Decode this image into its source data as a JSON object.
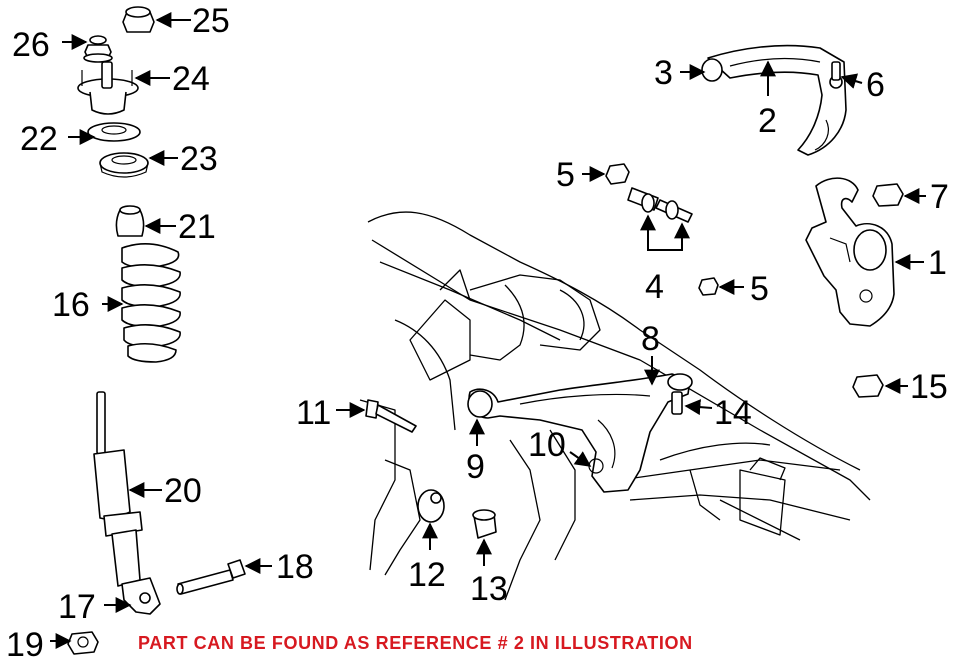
{
  "callouts": {
    "c1": "1",
    "c2": "2",
    "c3": "3",
    "c4": "4",
    "c5a": "5",
    "c5b": "5",
    "c6": "6",
    "c7": "7",
    "c8": "8",
    "c9": "9",
    "c10": "10",
    "c11": "11",
    "c12": "12",
    "c13": "13",
    "c14": "14",
    "c15": "15",
    "c16": "16",
    "c17": "17",
    "c18": "18",
    "c19": "19",
    "c20": "20",
    "c21": "21",
    "c22": "22",
    "c23": "23",
    "c24": "24",
    "c25": "25",
    "c26": "26"
  },
  "footnote": {
    "text": "PART CAN BE FOUND AS REFERENCE # 2 IN ILLUSTRATION",
    "color": "#d71920"
  }
}
